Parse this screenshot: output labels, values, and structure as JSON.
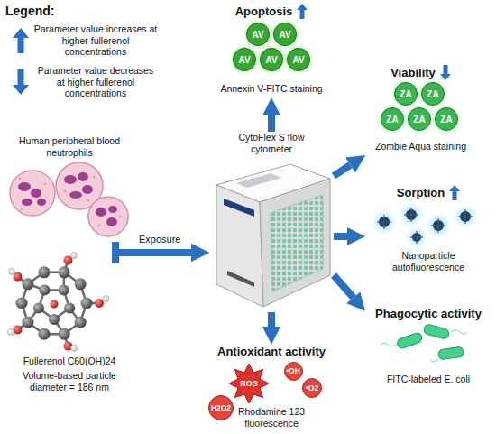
{
  "diagram": {
    "nodes": [
      {
        "text": [
          "Human peripheral blood neutrophils"
        ]
      },
      {
        "text": [
          "Fullerenol C60(OH)24",
          "Volume-based particle diameter = 186 nm"
        ]
      },
      {
        "text": [
          "CytoFlex S flow cytometer"
        ]
      },
      {
        "text": [
          "Apoptosis",
          "Annexin V-FITC staining"
        ]
      },
      {
        "text": [
          "Viability",
          "Zombie Aqua staining"
        ]
      },
      {
        "text": [
          "Sorption",
          "Nanoparticle autofluorescence"
        ]
      },
      {
        "text": [
          "Phagocytic activity",
          "FITC-labeled E. coli"
        ]
      },
      {
        "text": [
          "Antioxidant activity",
          "Rhodamine 123 fluorescence"
        ]
      }
    ],
    "edges": [
      {
        "from": 0,
        "to": 2,
        "arrow": "to",
        "label": "Exposure"
      },
      {
        "from": 1,
        "to": 2,
        "arrow": "to"
      },
      {
        "from": 2,
        "to": 3,
        "arrow": "to"
      },
      {
        "from": 2,
        "to": 4,
        "arrow": "to"
      },
      {
        "from": 2,
        "to": 5,
        "arrow": "to"
      },
      {
        "from": 2,
        "to": 6,
        "arrow": "to"
      },
      {
        "from": 2,
        "to": 7,
        "arrow": "to"
      }
    ],
    "labels": [
      "Legend:",
      "AV",
      "AV",
      "AV",
      "AV",
      "AV",
      "ZA",
      "ZA",
      "ZA",
      "ZA",
      "ZA",
      "•OH",
      "ROS",
      "•O2",
      "H2O2"
    ],
    "legend": [
      {
        "text": "Parameter value increases at higher fullerenol concentrations"
      },
      {
        "text": "Parameter value decreases at higher fullerenol concentrations"
      }
    ]
  }
}
